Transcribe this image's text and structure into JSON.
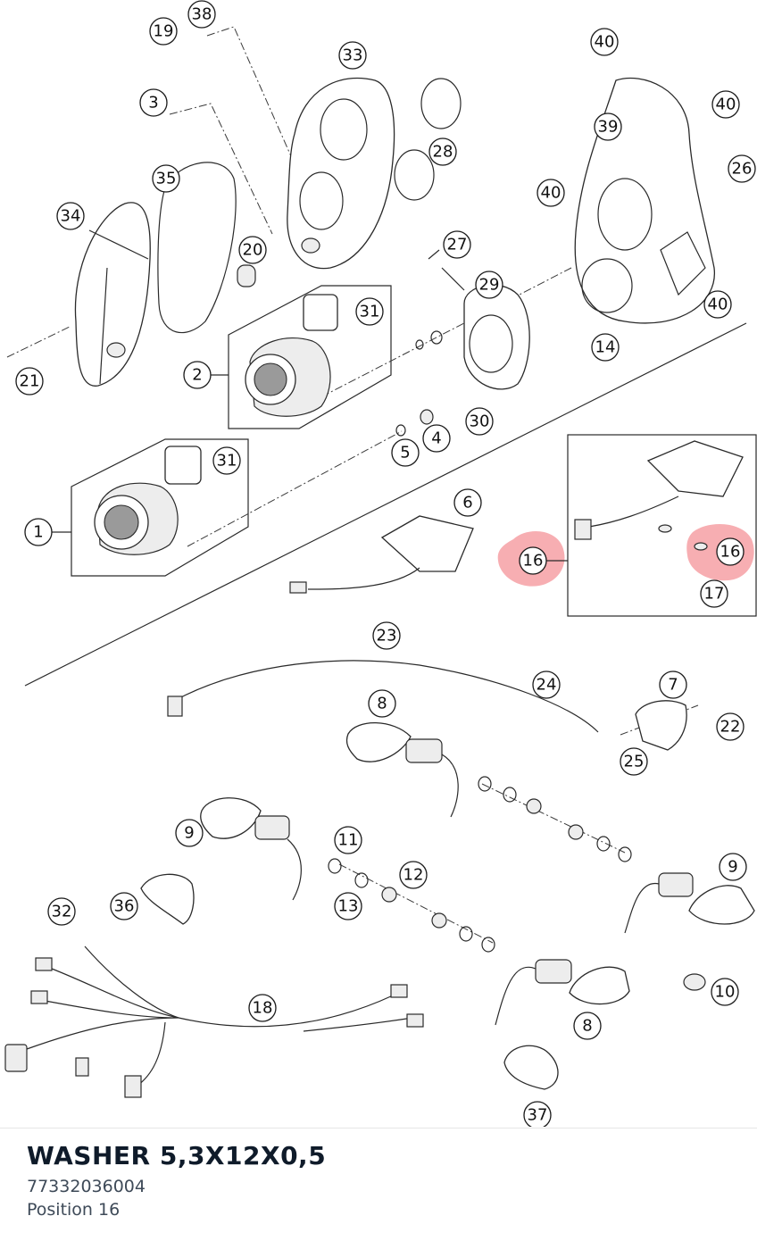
{
  "diagram": {
    "labels": [
      "1",
      "2",
      "3",
      "4",
      "5",
      "6",
      "7",
      "8",
      "8",
      "9",
      "9",
      "10",
      "11",
      "12",
      "13",
      "14",
      "16",
      "16",
      "17",
      "18",
      "19",
      "20",
      "21",
      "22",
      "23",
      "24",
      "25",
      "26",
      "27",
      "28",
      "29",
      "30",
      "31",
      "31",
      "32",
      "33",
      "34",
      "35",
      "36",
      "37",
      "38",
      "39",
      "40",
      "40",
      "40",
      "40"
    ],
    "highlighted_position": "16",
    "highlight_color": "#ee4b55"
  },
  "part": {
    "title": "WASHER 5,3X12X0,5",
    "number": "77332036004",
    "position": "Position 16"
  }
}
